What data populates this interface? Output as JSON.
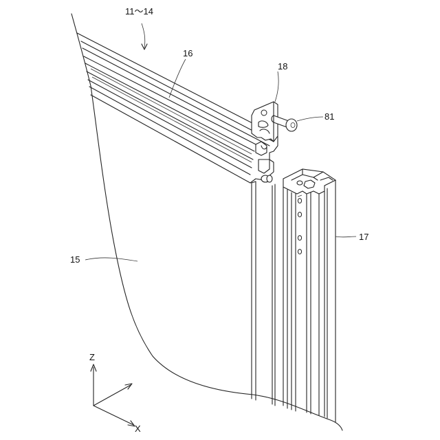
{
  "labels": {
    "assembly": "11～14",
    "rail": "16",
    "bracket": "18",
    "bolt": "81",
    "post": "17",
    "panel": "15",
    "axis_z": "Z",
    "axis_x": "X"
  }
}
